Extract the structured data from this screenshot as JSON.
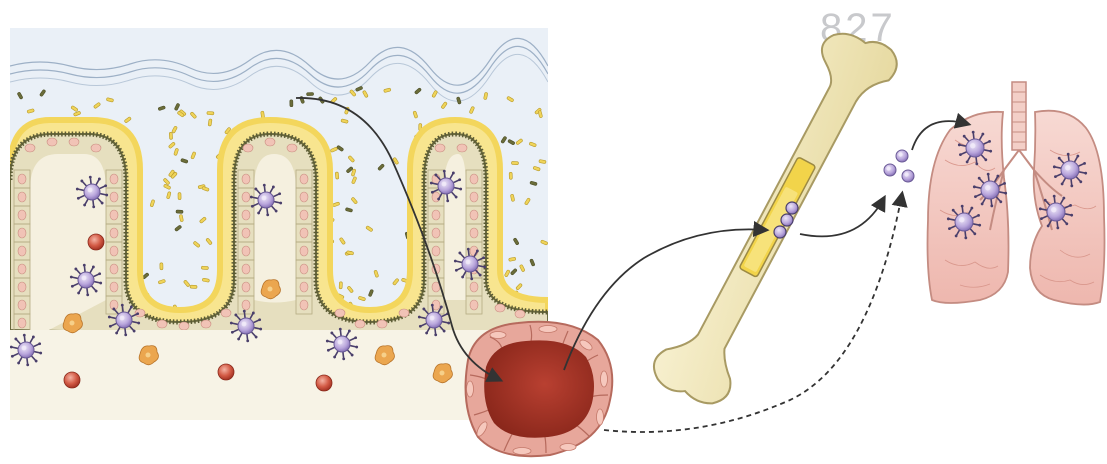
{
  "page": {
    "number": "827"
  },
  "figure": {
    "panels": [
      {
        "name": "intestinal-mucosa"
      },
      {
        "name": "blood-vessel"
      },
      {
        "name": "bone-marrow"
      },
      {
        "name": "lungs"
      }
    ],
    "arrows": [
      {
        "from": "intestinal-lumen",
        "to": "blood-vessel",
        "style": "solid"
      },
      {
        "from": "blood-vessel",
        "to": "bone-marrow",
        "style": "solid"
      },
      {
        "from": "bone-marrow",
        "to": "circulating-cells",
        "style": "solid"
      },
      {
        "from": "circulating-cells",
        "to": "lungs",
        "style": "solid"
      },
      {
        "from": "blood-vessel",
        "to": "circulating-cells",
        "style": "dashed"
      }
    ],
    "colors": {
      "dendritic_cell": "#b9a6dc",
      "red_cell": "#c9523f",
      "macrophage": "#eba64f",
      "epithelium": "#e3dbb7",
      "mucus": "#f6e58c",
      "vessel_lumen": "#9c3023",
      "bone": "#efe6b8",
      "lung": "#f1c7c0",
      "arrow": "#333333"
    }
  }
}
